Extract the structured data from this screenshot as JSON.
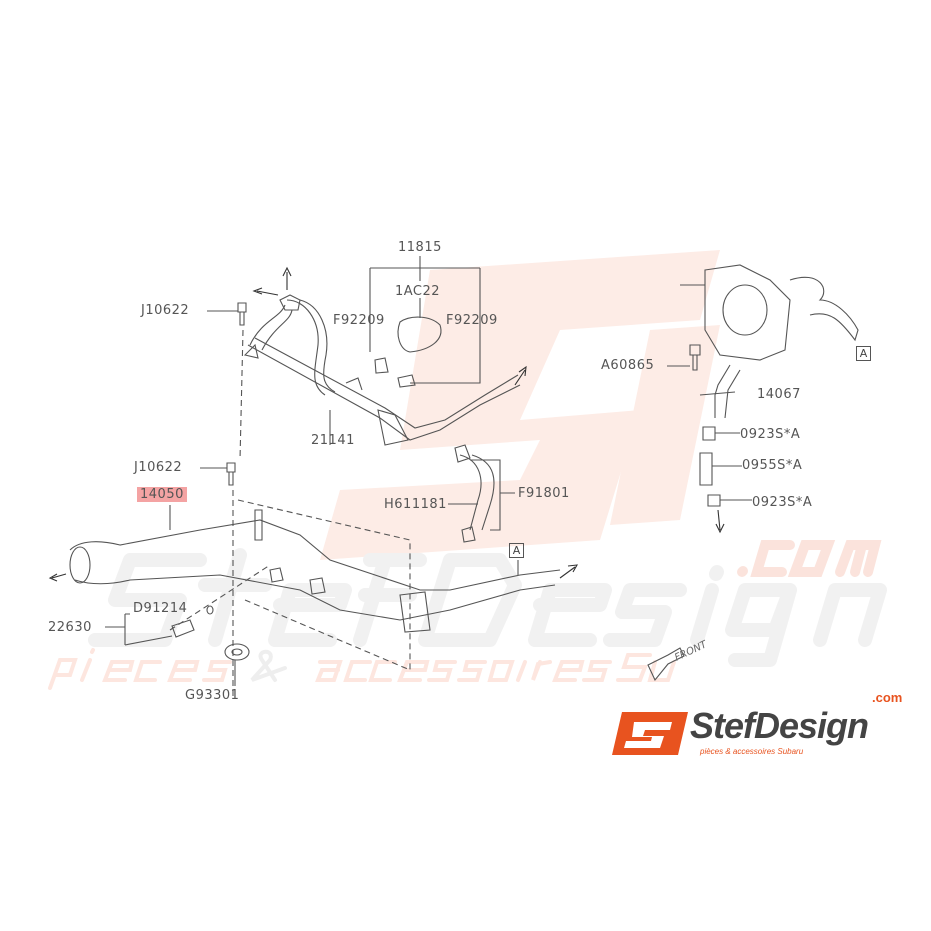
{
  "watermark": {
    "domain": ".com",
    "brand": "StefDesign",
    "tagline": "pièces & accessoires Subaru"
  },
  "logo": {
    "brand": "StefDesign",
    "domain": ".com",
    "tagline": "pièces & accessoires Subaru",
    "monogram": "SJ",
    "color": "#e8531f"
  },
  "parts": {
    "p11815": "11815",
    "p1AC22": "1AC22",
    "pF92209a": "F92209",
    "pF92209b": "F92209",
    "pJ10622a": "J10622",
    "p21141": "21141",
    "pJ10622b": "J10622",
    "p14050": "14050",
    "pH611181": "H611181",
    "pF91801": "F91801",
    "pA1": "A",
    "p22630": "22630",
    "pD91214": "D91214",
    "pG93301": "G93301",
    "pA60865": "A60865",
    "p14067": "14067",
    "p0923a": "0923S*A",
    "p0955": "0955S*A",
    "p0923b": "0923S*A",
    "pA2": "A"
  },
  "highlighted_part": "14050",
  "highlight_color": "#f4a3a3",
  "front_label": "FRONT"
}
